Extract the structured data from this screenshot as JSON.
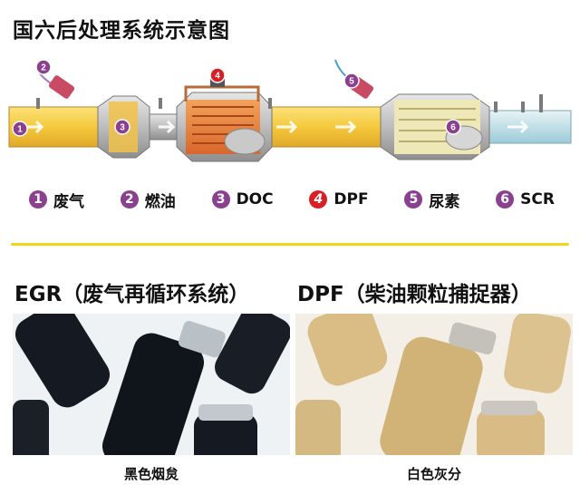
{
  "title": "国六后处理系统示意图",
  "legend": [
    {
      "num": "1",
      "label": "废气",
      "color": "#8b3f8f"
    },
    {
      "num": "2",
      "label": "燃油",
      "color": "#8b3f8f"
    },
    {
      "num": "3",
      "label": "DOC",
      "color": "#8b3f8f"
    },
    {
      "num": "4",
      "label": "DPF",
      "color": "#d81f26"
    },
    {
      "num": "5",
      "label": "尿素",
      "color": "#8b3f8f"
    },
    {
      "num": "6",
      "label": "SCR",
      "color": "#8b3f8f"
    }
  ],
  "diagram_markers": [
    "1",
    "2",
    "3",
    "4",
    "5",
    "6"
  ],
  "sections": {
    "egr": {
      "heading": "EGR（废气再循环系统）",
      "caption": "黑色烟炱"
    },
    "dpf": {
      "heading": "DPF（柴油颗粒捕捉器）",
      "caption": "白色灰分"
    }
  },
  "colors": {
    "accent_purple": "#8b3f8f",
    "accent_red": "#d81f26",
    "pipe_yellow": "#f5c93c",
    "scr_blue": "#bfe0ea",
    "divider_yellow": "#f2d51e",
    "soot_black": "#151a22",
    "ash_amber": "#d7b77a"
  }
}
